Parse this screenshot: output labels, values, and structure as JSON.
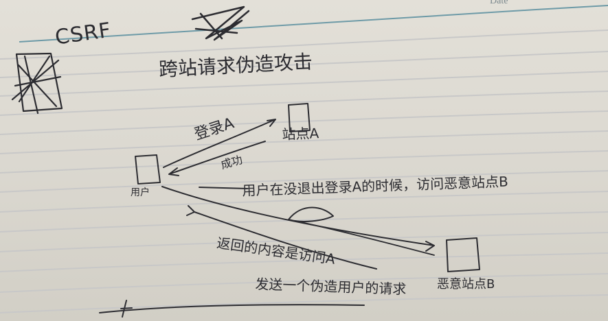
{
  "header": {
    "date_label": "Date"
  },
  "notes": {
    "csrf": "CSRF",
    "title": "跨站请求伪造攻击",
    "login": "登录A",
    "site_a": "站点A",
    "success": "成功",
    "user": "用户",
    "visit": "用户在没退出登录A的时候，访问恶意站点B",
    "return": "返回的内容是访问A",
    "send": "发送一个伪造用户的请求",
    "site_b": "恶意站点B"
  },
  "colors": {
    "paper": "#dcd9d1",
    "rule_line": "#c9c9c9",
    "margin_line": "#6d9aa7",
    "ink": "#2c2c31"
  }
}
